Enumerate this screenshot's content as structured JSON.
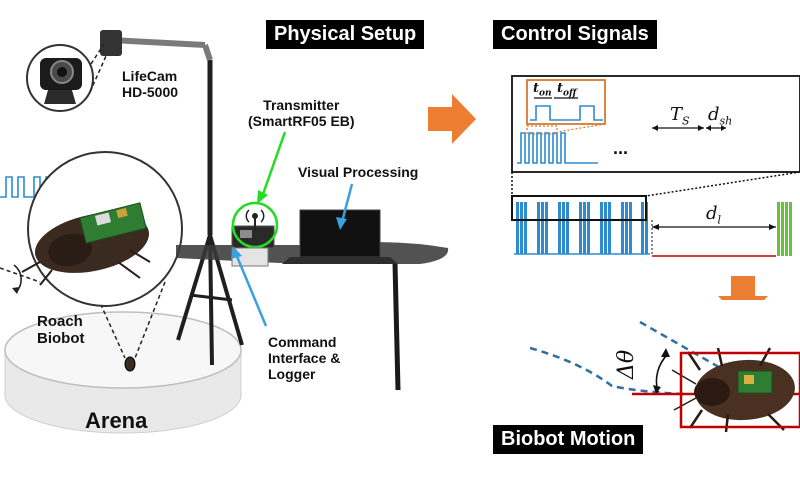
{
  "headings": {
    "physical_setup": "Physical Setup",
    "control_signals": "Control Signals",
    "biobot_motion": "Biobot Motion"
  },
  "labels": {
    "camera": "LifeCam\nHD-5000",
    "transmitter": "Transmitter\n(SmartRF05 EB)",
    "visual_processing": "Visual Processing",
    "command_interface": "Command\nInterface &\nLogger",
    "roach": "Roach\nBiobot",
    "arena": "Arena"
  },
  "symbols": {
    "t_on": "t",
    "t_on_sub": "on",
    "t_off": "t",
    "t_off_sub": "off",
    "period": "T",
    "period_sub": "S",
    "shift": "d",
    "shift_sub": "sh",
    "delay": "d",
    "delay_sub": "l",
    "ellipsis": "...",
    "angle": "Δθ"
  },
  "colors": {
    "heading_bg": "#000000",
    "signal_blue": "#2e8bd0",
    "signal_green": "#6cbf3a",
    "arrow_orange": "#ed7d31",
    "highlight_green": "#22dd22",
    "pointer_blue": "#3aa0e0",
    "motion_red": "#c00000",
    "zoom_orange": "#d9782d"
  }
}
